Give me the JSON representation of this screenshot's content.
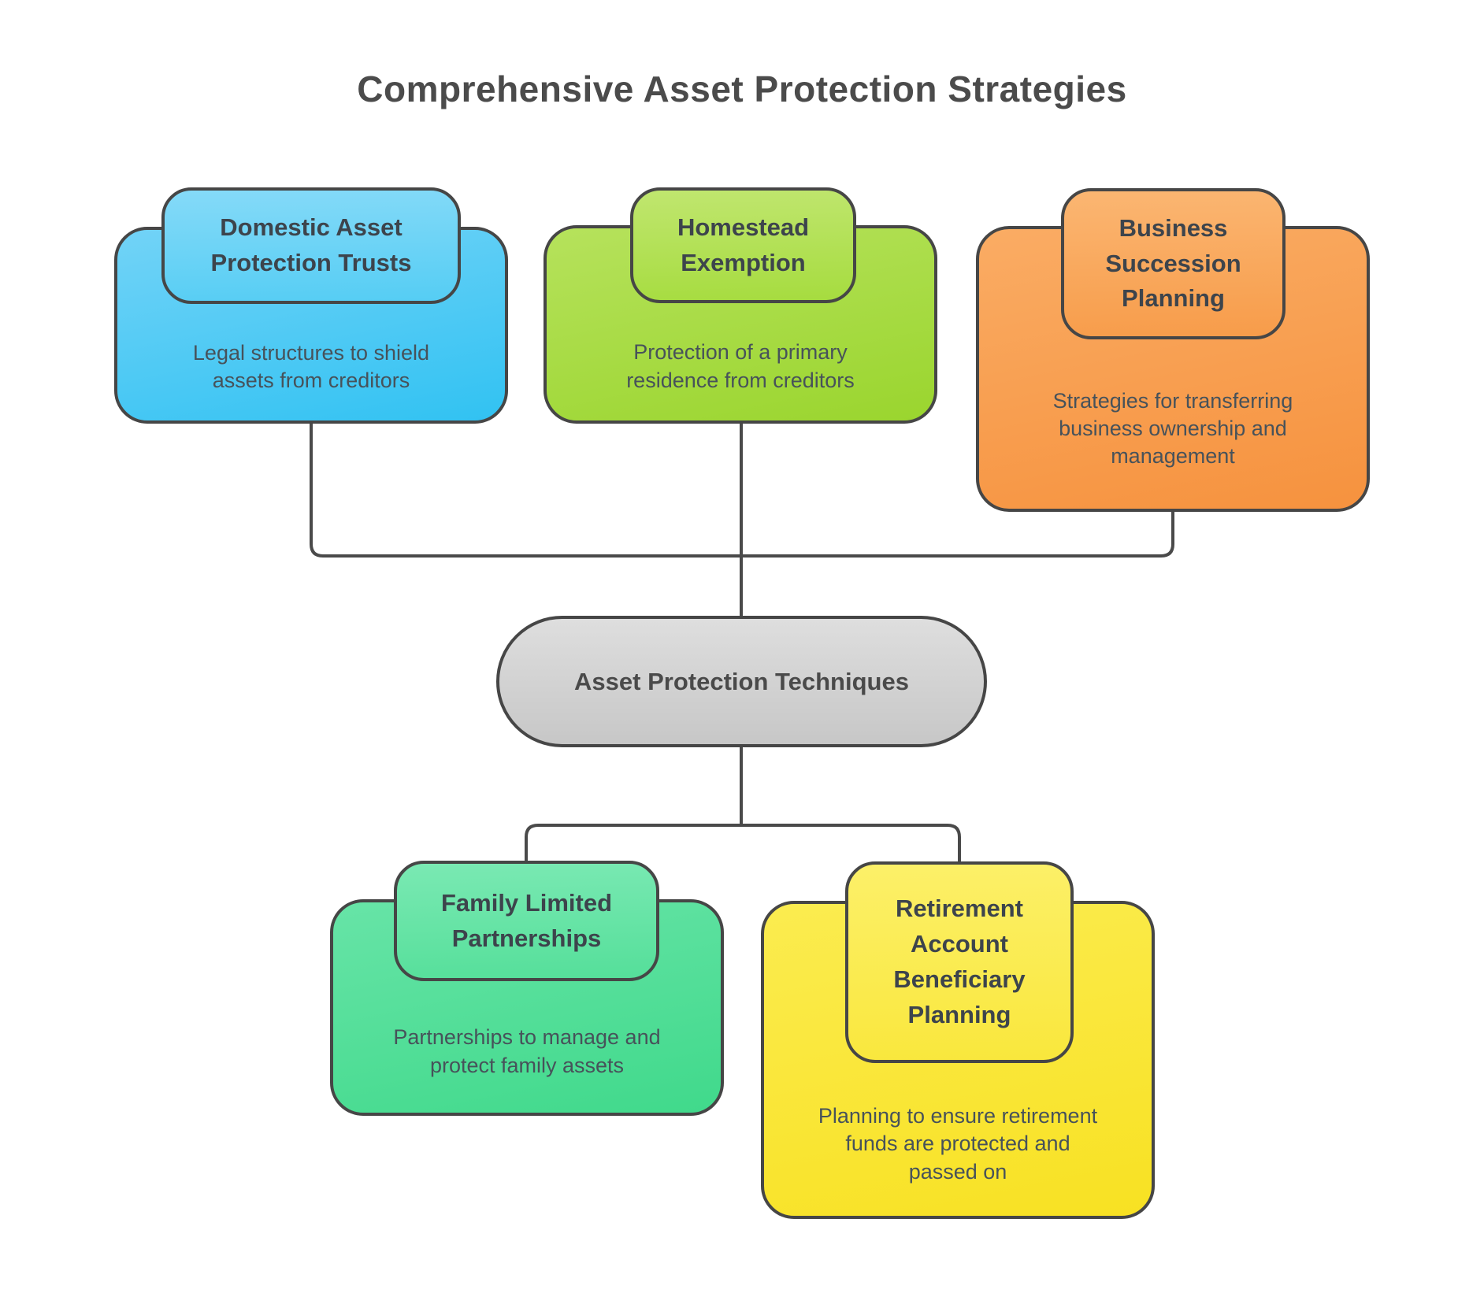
{
  "title": "Comprehensive Asset Protection Strategies",
  "connector_color": "#4a4a4a",
  "border_color": "#464646",
  "center_node": {
    "label": "Asset Protection Techniques",
    "fill_top": "#dedede",
    "fill_bottom": "#c7c7c7",
    "text_color": "#4a4a4a"
  },
  "nodes": {
    "domestic_asset_protection_trusts": {
      "title": "Domestic Asset\nProtection Trusts",
      "description": "Legal structures to shield\nassets from creditors",
      "header_top": "#85daf8",
      "header_bottom": "#55cdf4",
      "body_top": "#72d3f7",
      "body_bottom": "#31c2f2"
    },
    "homestead_exemption": {
      "title": "Homestead\nExemption",
      "description": "Protection of a primary\nresidence from creditors",
      "header_top": "#c0e66f",
      "header_bottom": "#a6dc3f",
      "body_top": "#b6e25c",
      "body_bottom": "#9ad52e"
    },
    "business_succession_planning": {
      "title": "Business\nSuccession\nPlanning",
      "description": "Strategies for transferring\nbusiness ownership and\nmanagement",
      "header_top": "#fbb672",
      "header_bottom": "#f79c4a",
      "body_top": "#faac64",
      "body_bottom": "#f6923e"
    },
    "family_limited_partnerships": {
      "title": "Family Limited\nPartnerships",
      "description": "Partnerships to manage and\nprotect family assets",
      "header_top": "#7ae9b3",
      "header_bottom": "#55df9a",
      "body_top": "#67e4a7",
      "body_bottom": "#40d98b"
    },
    "retirement_account_beneficiary_planning": {
      "title": "Retirement\nAccount\nBeneficiary\nPlanning",
      "description": "Planning to ensure retirement\nfunds are protected and\npassed on",
      "header_top": "#fcf069",
      "header_bottom": "#f9e73c",
      "body_top": "#fbec50",
      "body_bottom": "#f8e122"
    }
  }
}
